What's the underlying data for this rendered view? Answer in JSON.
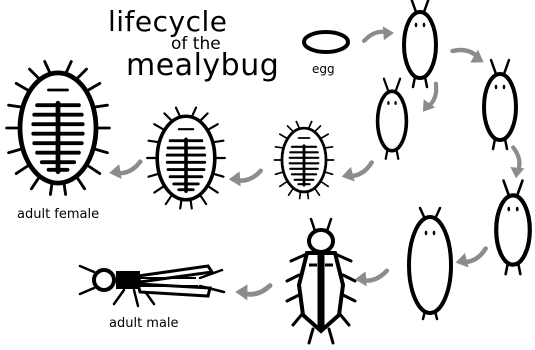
{
  "title": {
    "line1": "lifecycle",
    "line2": "of the",
    "line3": "mealybug"
  },
  "labels": {
    "egg": "egg",
    "adult_female": "adult female",
    "adult_male": "adult male"
  },
  "colors": {
    "arrow": "#8c8c8c",
    "ink": "#000000",
    "background": "#ffffff"
  }
}
